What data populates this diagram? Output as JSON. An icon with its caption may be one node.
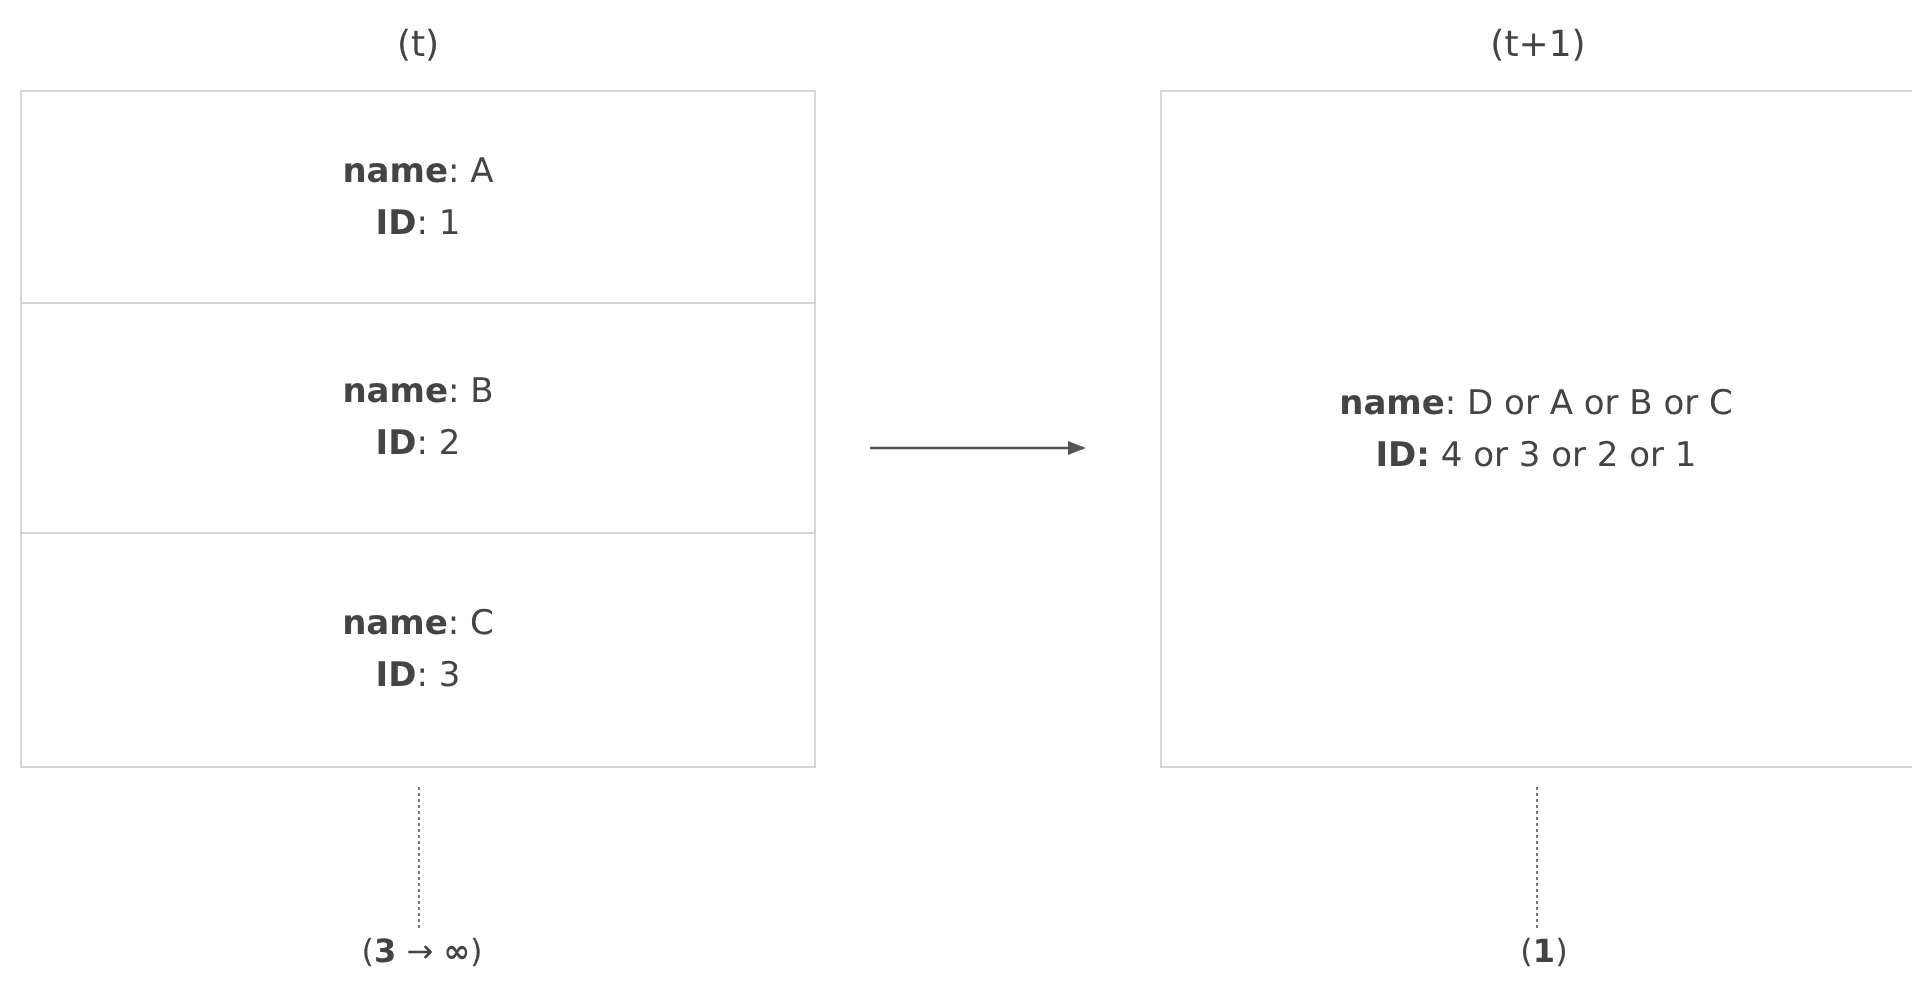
{
  "diagram": {
    "nodes": [
      {
        "text": [
          "(t)"
        ]
      },
      {
        "text": [
          "**name**: A",
          "**ID**: 1"
        ],
        "in": 0
      },
      {
        "text": [
          "**name**: B",
          "**ID**: 2"
        ],
        "in": 0
      },
      {
        "text": [
          "**name**: C",
          "**ID**: 3"
        ],
        "in": 0
      },
      {
        "text": [
          "(t+1)",
          "**name**: D or A or B or C",
          "**ID:** 4 or 3 or 2 or 1"
        ]
      },
      {
        "text": [
          "(**3** → **∞**)"
        ]
      },
      {
        "text": [
          "(**1**)"
        ]
      }
    ],
    "edges": [
      {
        "from": 0,
        "to": 4,
        "arrow": "to"
      },
      {
        "from": 5,
        "to": 0,
        "arrow": "none",
        "style": "dashed"
      },
      {
        "from": 6,
        "to": 4,
        "arrow": "none",
        "style": "dashed"
      }
    ]
  }
}
